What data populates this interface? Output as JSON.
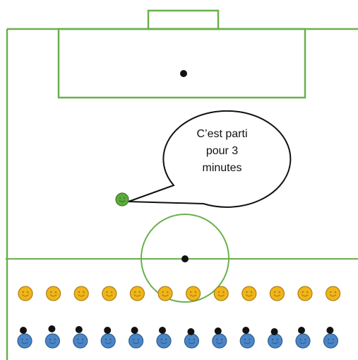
{
  "colors": {
    "field_line": "#6ab04c",
    "ball": "#111111",
    "coach": "#5cab3c",
    "team_yellow": "#f1b51a",
    "team_blue": "#4a86c8",
    "bubble_fill": "#ffffff",
    "bubble_stroke": "#111111"
  },
  "speech_bubble": {
    "lines": [
      "C’est parti",
      "pour 3",
      "minutes"
    ]
  },
  "coach": {
    "icon": "green-smiley-icon"
  },
  "yellow_team": {
    "icon": "yellow-smiley-icon",
    "count": 12
  },
  "blue_team": {
    "icon": "blue-smiley-icon",
    "count": 12,
    "with_balls": true
  }
}
